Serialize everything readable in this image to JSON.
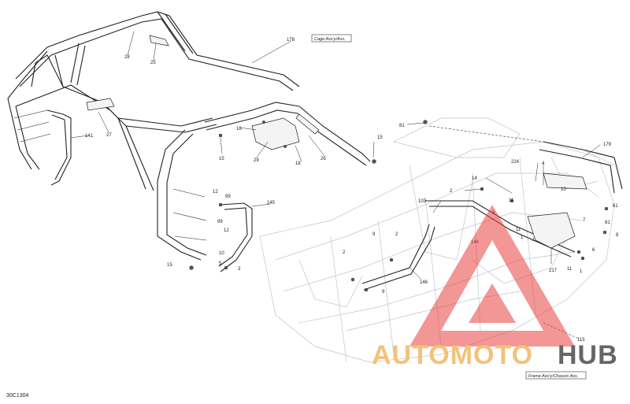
{
  "document_id": "30C1304",
  "references": {
    "cage": "Cage Ass'y/Ass.",
    "frame": "Frame Ass'y/Chassis Ass."
  },
  "watermark": {
    "part1": "AUTOMOTO",
    "part2": "HUB"
  },
  "callouts": [
    "178",
    "28",
    "25",
    "27",
    "141",
    "16",
    "29",
    "18",
    "26",
    "15",
    "81",
    "15",
    "12",
    "99",
    "99",
    "12",
    "145",
    "10",
    "5",
    "3",
    "15",
    "9",
    "2",
    "103",
    "146",
    "9",
    "2",
    "14",
    "224",
    "4",
    "179",
    "10",
    "9",
    "11",
    "61",
    "81",
    "11",
    "1",
    "144",
    "1",
    "2",
    "7",
    "8",
    "217",
    "6",
    "11",
    "1",
    "115"
  ]
}
